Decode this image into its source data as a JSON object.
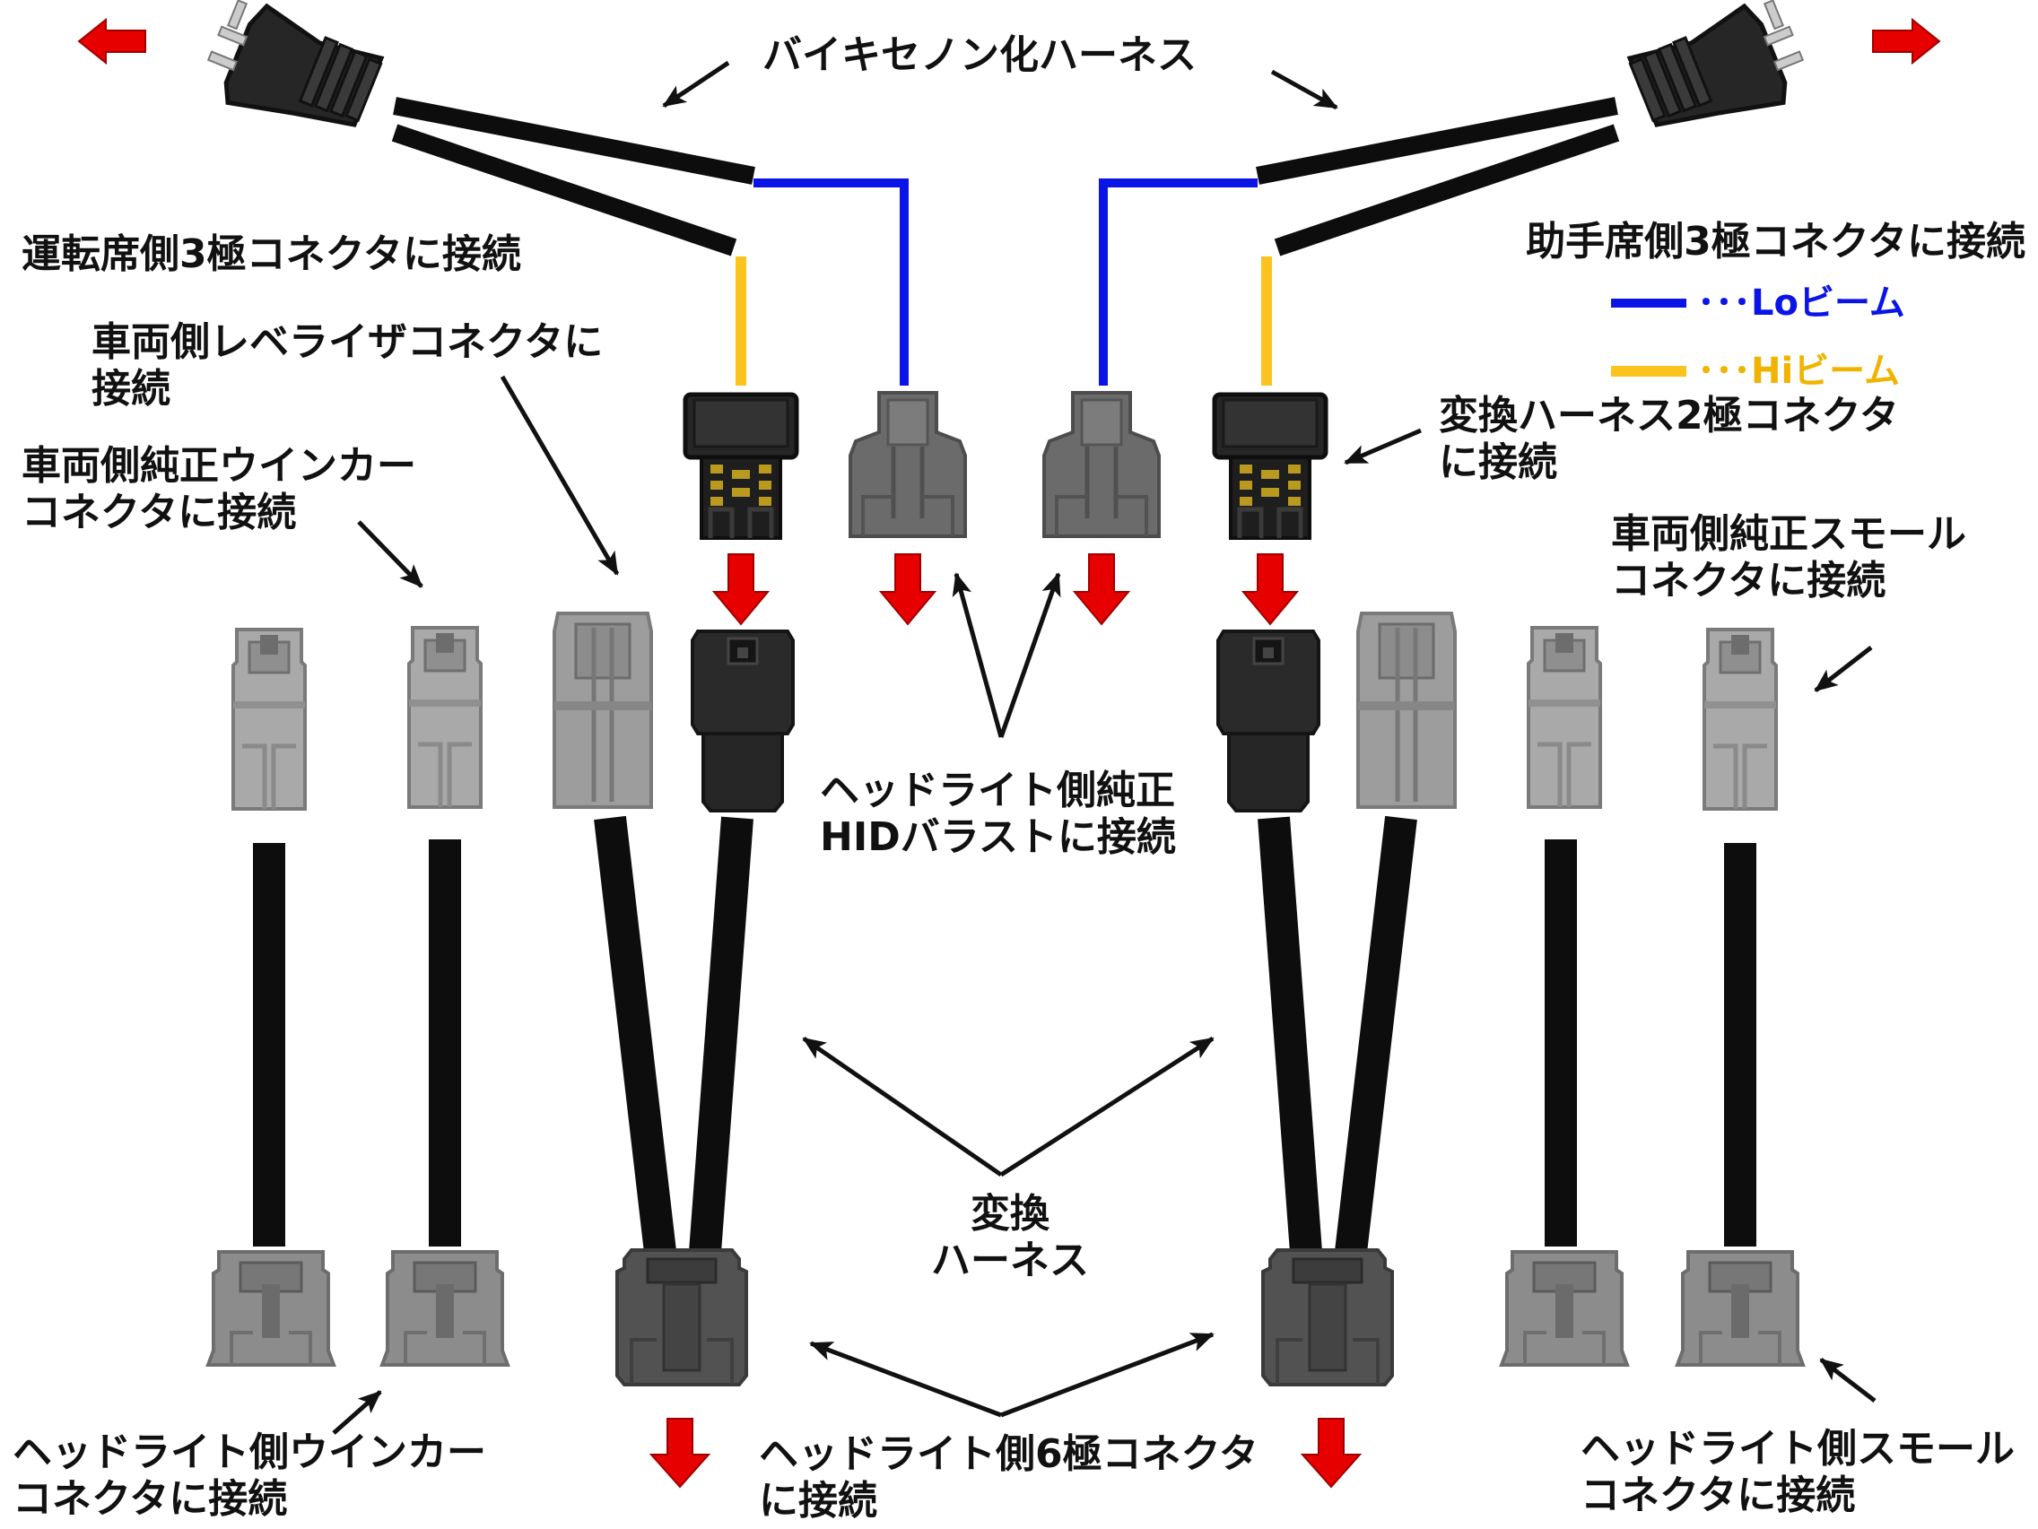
{
  "title": "バイキセノン化ハーネス",
  "labels": {
    "driver_3pin": "運転席側3極コネクタに接続",
    "passenger_3pin": "助手席側3極コネクタに接続",
    "leveler": [
      "車両側レベライザコネクタに",
      "接続"
    ],
    "oem_winker": [
      "車両側純正ウインカー",
      "コネクタに接続"
    ],
    "oem_small": [
      "車両側純正スモール",
      "コネクタに接続"
    ],
    "conv_2pin": [
      "変換ハーネス2極コネクタ",
      "に接続"
    ],
    "hid_ballast": [
      "ヘッドライト側純正",
      "HIDバラストに接続"
    ],
    "conversion": [
      "変換",
      "ハーネス"
    ],
    "head_winker": [
      "ヘッドライト側ウインカー",
      "コネクタに接続"
    ],
    "head_6pin": [
      "ヘッドライト側6極コネクタ",
      "に接続"
    ],
    "head_small": [
      "ヘッドライト側スモール",
      "コネクタに接続"
    ]
  },
  "legend": {
    "lo": {
      "label": "Loビーム",
      "color": "#0a14e6"
    },
    "hi": {
      "label": "Hiビーム",
      "color": "#fac31e"
    }
  },
  "colors": {
    "arrow_red": "#e60000",
    "wire_black": "#0d0d0d",
    "connector_black": "#222222",
    "connector_dark_gray": "#555555",
    "connector_gray": "#8a8a8a",
    "connector_light_gray": "#a9a9a9"
  }
}
